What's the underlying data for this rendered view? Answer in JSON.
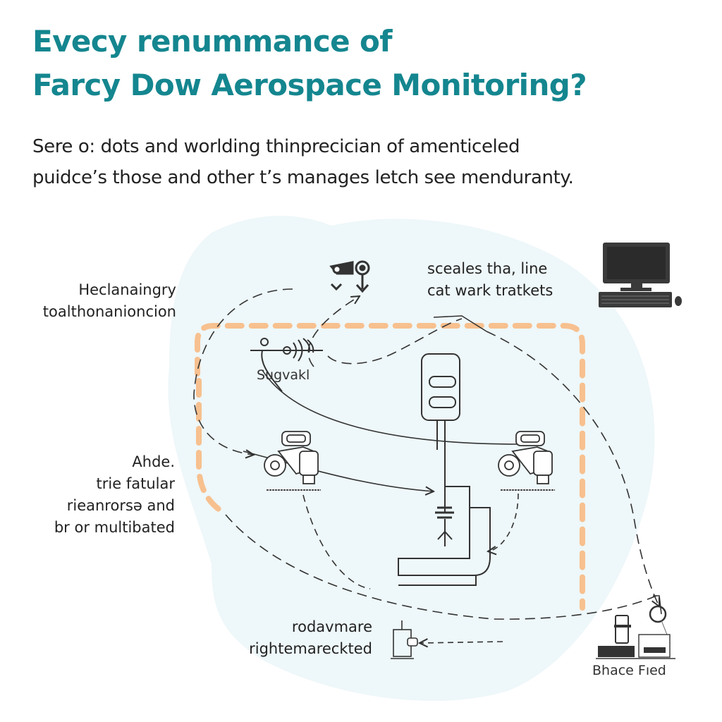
{
  "header": {
    "title_lines": [
      "Evecy renummance of",
      "Farcy Dow Aerospace Monitoring?"
    ],
    "subtitle_lines": [
      "Sere o: dots and worlding thinprecician of amenticeled",
      "puidce’s those and other t’s manages letch see menduranty."
    ]
  },
  "colors": {
    "title": "#14868f",
    "text": "#222222",
    "blob": "#eef7f9",
    "dashed_boundary": "#f7c08f",
    "line": "#333333"
  },
  "diagram": {
    "labels": {
      "top_left": [
        "Heclanaingry",
        "toalthonanioncion"
      ],
      "top_right": [
        "sceales tha, line",
        "cat wark tratkets"
      ],
      "sensor": "Sugvakl",
      "mid_left": [
        "Ahde.",
        "trie fatular",
        "rieanrorsə and",
        "br or multibated"
      ],
      "bottom_center": [
        "rodavmare",
        "rightemareckted"
      ],
      "bottom_right": "Bhace Fıed"
    },
    "nodes": [
      {
        "name": "camera-gear-icon"
      },
      {
        "name": "desktop-computer-icon"
      },
      {
        "name": "sensor-antenna-icon"
      },
      {
        "name": "control-panel-unit"
      },
      {
        "name": "left-engine-unit"
      },
      {
        "name": "right-engine-unit"
      },
      {
        "name": "central-mount-assembly"
      },
      {
        "name": "transmitter-box-icon"
      },
      {
        "name": "base-station-equipment-icon"
      }
    ]
  }
}
